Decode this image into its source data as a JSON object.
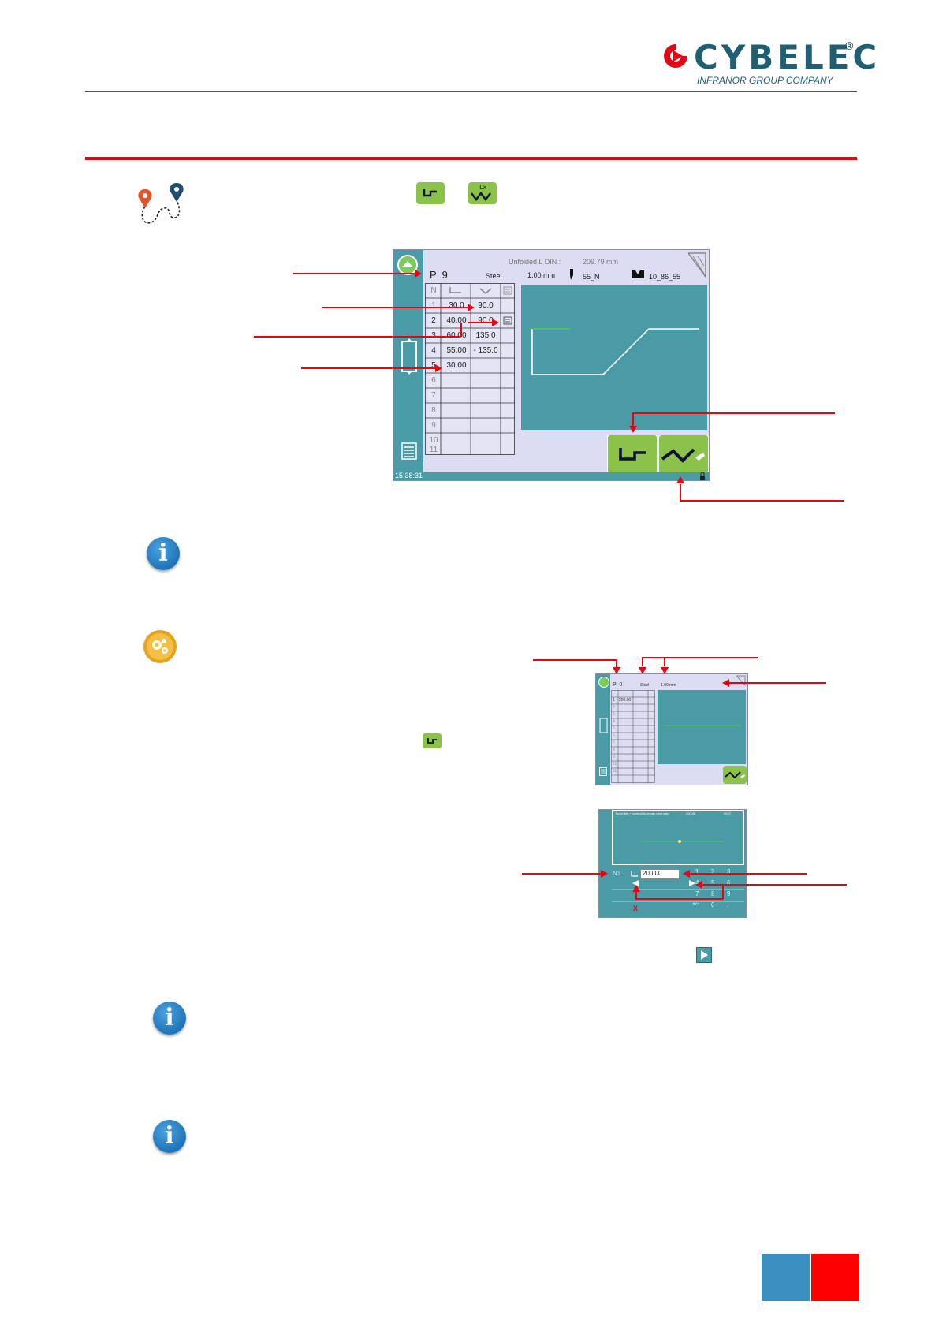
{
  "header": {
    "brand": "CYBELEC",
    "brand_mark": "®",
    "tagline": "INFRANOR GROUP COMPANY"
  },
  "main_screen": {
    "program": "P  9",
    "unfolded_label": "Unfolded  L  DIN :",
    "unfolded_value": "209.79 mm",
    "material": "Steel",
    "thickness": "1.00 mm",
    "punch": "55_N",
    "die": "10_86_55",
    "time": "15:38:31",
    "col_n": "N",
    "rows": [
      {
        "n": "1",
        "length": "30.0",
        "angle": "90.0"
      },
      {
        "n": "2",
        "length": "40.00",
        "angle": "90.0"
      },
      {
        "n": "3",
        "length": "60.00",
        "angle": "135.0"
      },
      {
        "n": "4",
        "length": "55.00",
        "angle": "- 135.0"
      },
      {
        "n": "5",
        "length": "30.00",
        "angle": ""
      },
      {
        "n": "6",
        "length": "",
        "angle": ""
      },
      {
        "n": "7",
        "length": "",
        "angle": ""
      },
      {
        "n": "8",
        "length": "",
        "angle": ""
      },
      {
        "n": "9",
        "length": "",
        "angle": ""
      },
      {
        "n": "10",
        "length": "",
        "angle": ""
      },
      {
        "n": "11",
        "length": "",
        "angle": ""
      }
    ]
  },
  "small_screen_1": {
    "program": "P  0",
    "material": "Steel",
    "thickness": "1.00 mm",
    "row1_n": "1",
    "row1_len": "200.00",
    "nums": [
      "1",
      "2",
      "3",
      "4",
      "5",
      "6",
      "7",
      "8",
      "9",
      "10",
      "11"
    ]
  },
  "small_screen_2": {
    "hint": "Touch the ⌐ symbol to create next step",
    "hint_value": "200.00",
    "hint_angle": "90.0°",
    "n_label": "N1",
    "input_value": "200.00",
    "keys_row1": [
      "1",
      "2",
      "3"
    ],
    "keys_row2": [
      "4",
      "5",
      "6"
    ],
    "keys_row3": [
      "7",
      "8",
      "9"
    ],
    "keys_row4": [
      "+/-",
      "0",
      "."
    ],
    "cancel": "X"
  },
  "colors": {
    "accent_red": "#e30613",
    "screen_teal": "#4a9ba5",
    "button_green": "#8bc34a",
    "brand_blue": "#1e5f74",
    "footer_blue": "#3a8fc0"
  }
}
